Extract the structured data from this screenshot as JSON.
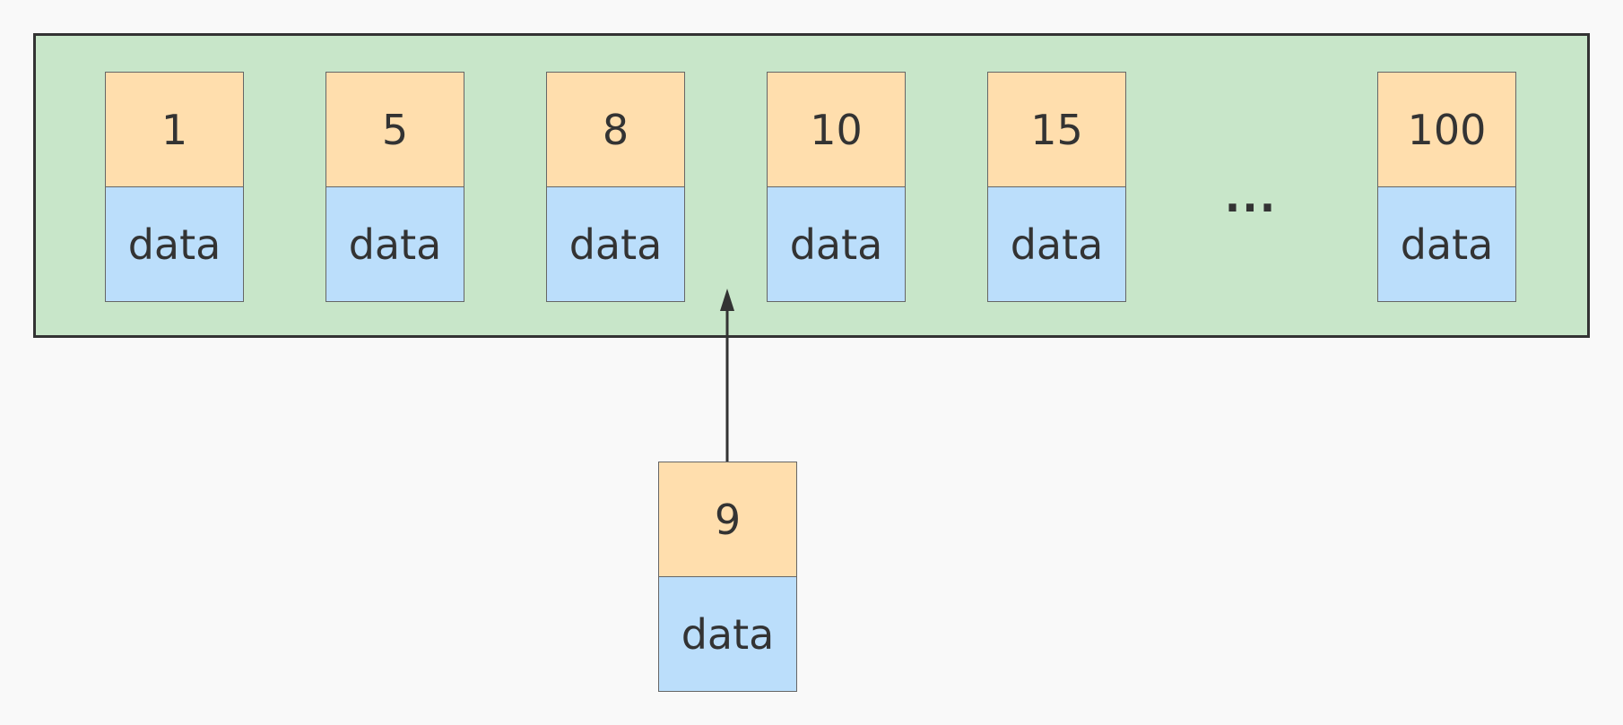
{
  "colors": {
    "background": "#f9f9f9",
    "page_fill": "#c8e6c9",
    "page_border": "#333333",
    "key_fill": "#ffdead",
    "data_fill": "#bbdefb",
    "cell_border": "#666666",
    "text": "#333333",
    "arrow": "#333333"
  },
  "page": {
    "records": [
      {
        "key": "1",
        "data": "data"
      },
      {
        "key": "5",
        "data": "data"
      },
      {
        "key": "8",
        "data": "data"
      },
      {
        "key": "10",
        "data": "data"
      },
      {
        "key": "15",
        "data": "data"
      },
      {
        "key": "100",
        "data": "data"
      }
    ],
    "ellipsis": "..."
  },
  "incoming": {
    "key": "9",
    "data": "data"
  }
}
